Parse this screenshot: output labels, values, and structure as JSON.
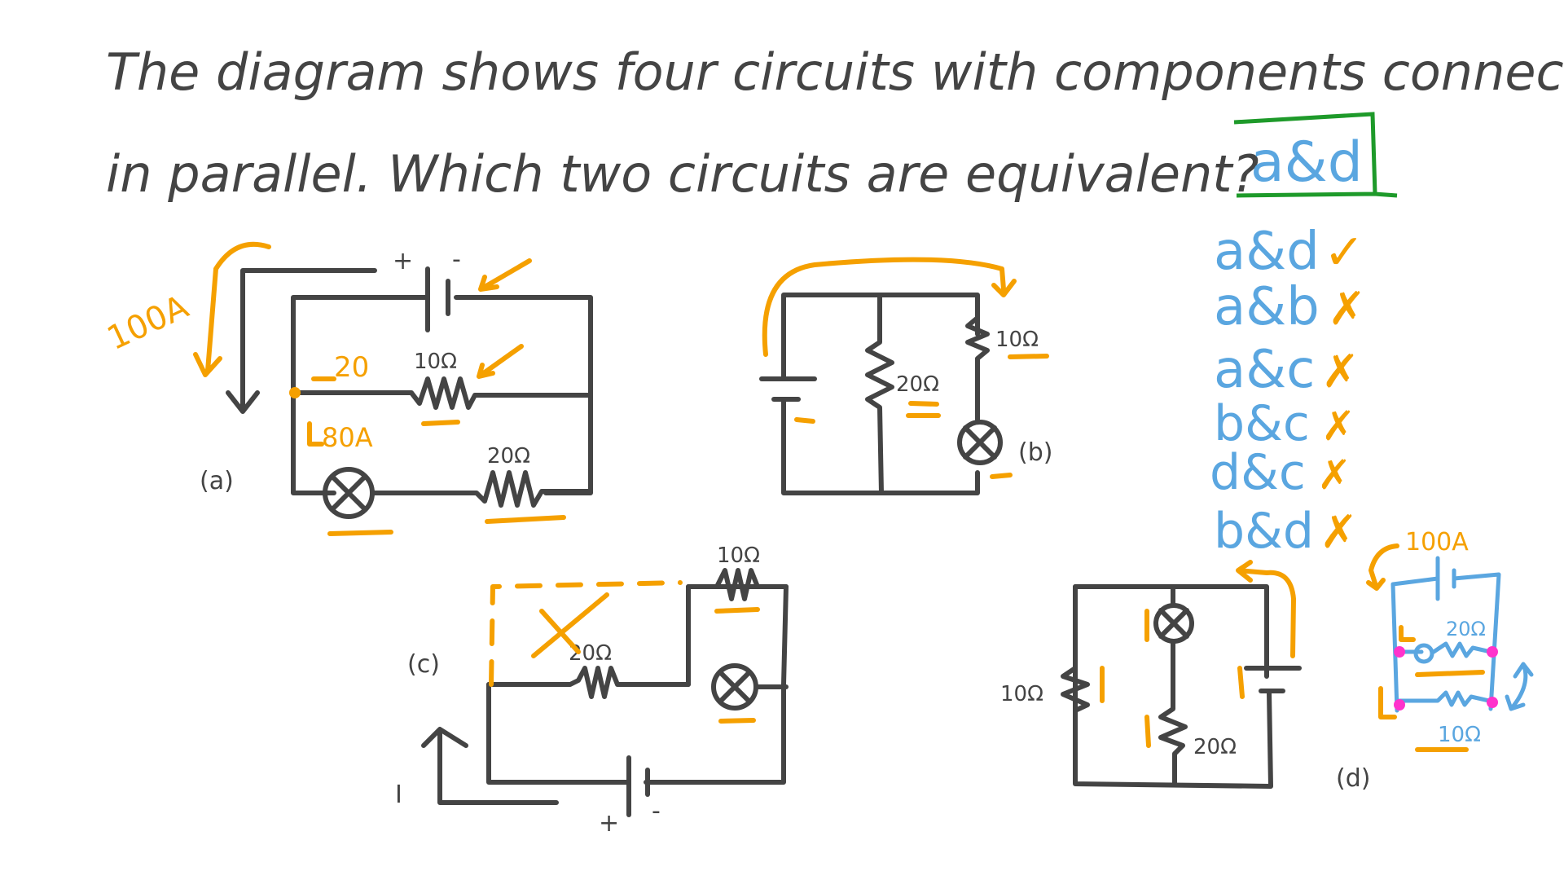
{
  "question": {
    "line1": "The diagram shows four circuits with components connected",
    "line2": "in parallel. Which two circuits are equivalent?"
  },
  "answer_box": {
    "text": "a&d",
    "border_color": "#1e9a2a",
    "text_color": "#5aa6e0"
  },
  "options": [
    {
      "pair": "a&d",
      "mark": "✓",
      "correct": true
    },
    {
      "pair": "a&b",
      "mark": "✗",
      "correct": false
    },
    {
      "pair": "a&c",
      "mark": "✗",
      "correct": false
    },
    {
      "pair": "b&c",
      "mark": "✗",
      "correct": false
    },
    {
      "pair": "d&c",
      "mark": "✗",
      "correct": false
    },
    {
      "pair": "b&d",
      "mark": "✗",
      "correct": false
    }
  ],
  "colors": {
    "ink": "#444444",
    "annotation": "#f5a000",
    "answer": "#5aa6e0",
    "box": "#1e9a2a",
    "node": "#ff33cc"
  },
  "circuits": {
    "a": {
      "label": "(a)",
      "battery_plus": "+",
      "battery_minus": "-",
      "resistor_top": "10Ω",
      "resistor_bottom": "20Ω",
      "annotation_current_total": "100A",
      "annotation_branch_20": "20",
      "annotation_branch_80": "80A"
    },
    "b": {
      "label": "(b)",
      "resistor_middle": "20Ω",
      "resistor_right": "10Ω"
    },
    "c": {
      "label": "(c)",
      "resistor_left": "20Ω",
      "resistor_top": "10Ω",
      "current_label": "I",
      "battery_plus": "+",
      "battery_minus": "-"
    },
    "d": {
      "label": "(d)",
      "resistor_left": "10Ω",
      "resistor_middle": "20Ω",
      "redraw_current": "100A",
      "redraw_top_resistor": "20Ω",
      "redraw_bottom_resistor": "10Ω"
    }
  }
}
